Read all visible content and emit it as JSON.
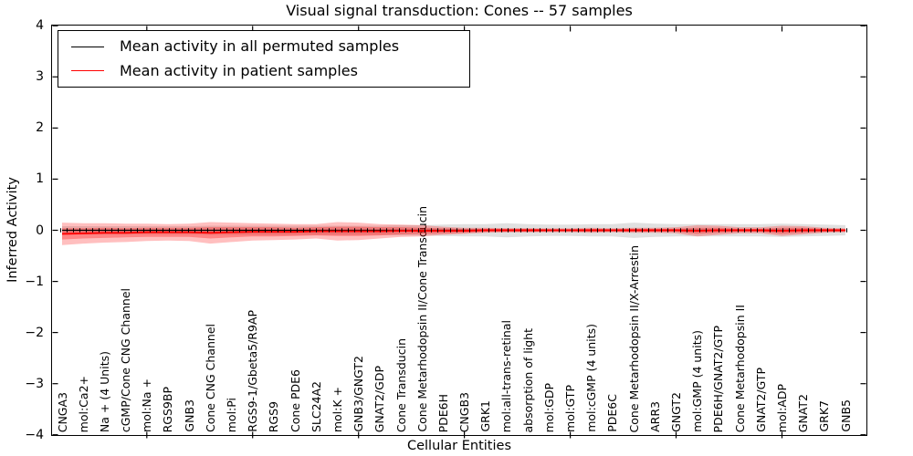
{
  "title": "Visual signal transduction: Cones -- 57 samples",
  "axes": {
    "ylabel": "Inferred Activity",
    "xlabel": "Cellular Entities",
    "ytick_labels": [
      "4",
      "3",
      "2",
      "1",
      "0",
      "−1",
      "−2",
      "−3",
      "−4"
    ]
  },
  "legend": [
    {
      "label": "Mean activity in all permuted samples",
      "color": "#000000"
    },
    {
      "label": "Mean activity in patient samples",
      "color": "#ff0000"
    }
  ],
  "chart_data": {
    "type": "line",
    "title": "Visual signal transduction: Cones -- 57 samples",
    "xlabel": "Cellular Entities",
    "ylabel": "Inferred Activity",
    "ylim": [
      -4,
      4
    ],
    "yticks": [
      4,
      3,
      2,
      1,
      0,
      -1,
      -2,
      -3,
      -4
    ],
    "grid": false,
    "legend_position": "upper left",
    "categories": [
      "CNGA3",
      "mol:Ca2+",
      "Na + (4 Units)",
      "cGMP/Cone CNG Channel",
      "mol:Na +",
      "RGS9BP",
      "GNB3",
      "Cone CNG Channel",
      "mol:Pi",
      "RGS9-1/Gbeta5/R9AP",
      "RGS9",
      "Cone PDE6",
      "SLC24A2",
      "mol:K +",
      "GNB3/GNGT2",
      "GNAT2/GDP",
      "Cone Transducin",
      "Cone Metarhodopsin II/Cone Transducin",
      "PDE6H",
      "CNGB3",
      "GRK1",
      "mol:all-trans-retinal",
      "absorption of light",
      "mol:GDP",
      "mol:GTP",
      "mol:cGMP (4 units)",
      "PDE6C",
      "Cone Metarhodopsin II/X-Arrestin",
      "ARR3",
      "GNGT2",
      "mol:GMP (4 units)",
      "PDE6H/GNAT2/GTP",
      "Cone Metarhodopsin II",
      "GNAT2/GTP",
      "mol:ADP",
      "GNAT2",
      "GRK7",
      "GNB5"
    ],
    "series": [
      {
        "name": "Mean activity in all permuted samples",
        "color": "#000000",
        "style": "solid with small vertical tick markers",
        "values": [
          0,
          0,
          0,
          0,
          0,
          0,
          0,
          0,
          0,
          0,
          0,
          0,
          0,
          0,
          0,
          0,
          0,
          0,
          0,
          0,
          0,
          0,
          0,
          0,
          0,
          0,
          0,
          0,
          0,
          0,
          0,
          0,
          0,
          0,
          0,
          0,
          0,
          0
        ]
      },
      {
        "name": "Mean activity in patient samples",
        "color": "#ff0000",
        "style": "solid",
        "values": [
          -0.07,
          -0.06,
          -0.05,
          -0.05,
          -0.04,
          -0.04,
          -0.04,
          -0.05,
          -0.04,
          -0.03,
          -0.03,
          -0.03,
          -0.02,
          -0.02,
          -0.02,
          -0.02,
          -0.01,
          -0.01,
          -0.01,
          -0.01,
          0,
          0,
          0,
          0,
          0,
          0,
          0,
          0,
          0,
          0,
          -0.01,
          0,
          0,
          0,
          -0.01,
          0,
          0,
          0
        ]
      }
    ],
    "bands": [
      {
        "name": "permuted samples spread",
        "color": "#000000",
        "opacity": 0.12,
        "center": "zero",
        "half_widths": [
          0.08,
          0.08,
          0.08,
          0.08,
          0.08,
          0.08,
          0.08,
          0.09,
          0.09,
          0.09,
          0.09,
          0.09,
          0.09,
          0.09,
          0.09,
          0.09,
          0.1,
          0.1,
          0.11,
          0.12,
          0.12,
          0.14,
          0.12,
          0.11,
          0.11,
          0.12,
          0.12,
          0.15,
          0.13,
          0.12,
          0.12,
          0.12,
          0.12,
          0.12,
          0.13,
          0.12,
          0.11,
          0.1
        ]
      },
      {
        "name": "patient samples spread outer",
        "color": "#ff0000",
        "opacity": 0.25,
        "center": "patient mean",
        "half_widths": [
          0.22,
          0.2,
          0.19,
          0.18,
          0.17,
          0.16,
          0.17,
          0.21,
          0.19,
          0.17,
          0.16,
          0.15,
          0.14,
          0.18,
          0.17,
          0.14,
          0.12,
          0.11,
          0.08,
          0.06,
          0.05,
          0.04,
          0.04,
          0.04,
          0.04,
          0.05,
          0.04,
          0.05,
          0.05,
          0.06,
          0.11,
          0.09,
          0.06,
          0.06,
          0.1,
          0.08,
          0.05,
          0.04
        ]
      },
      {
        "name": "patient samples spread inner",
        "color": "#ff0000",
        "opacity": 0.3,
        "center": "patient mean",
        "half_widths": [
          0.11,
          0.1,
          0.1,
          0.09,
          0.09,
          0.09,
          0.09,
          0.11,
          0.1,
          0.09,
          0.09,
          0.08,
          0.08,
          0.09,
          0.09,
          0.08,
          0.07,
          0.06,
          0.05,
          0.04,
          0.03,
          0.03,
          0.03,
          0.02,
          0.02,
          0.03,
          0.02,
          0.03,
          0.03,
          0.03,
          0.06,
          0.05,
          0.03,
          0.03,
          0.06,
          0.05,
          0.03,
          0.02
        ]
      }
    ]
  }
}
